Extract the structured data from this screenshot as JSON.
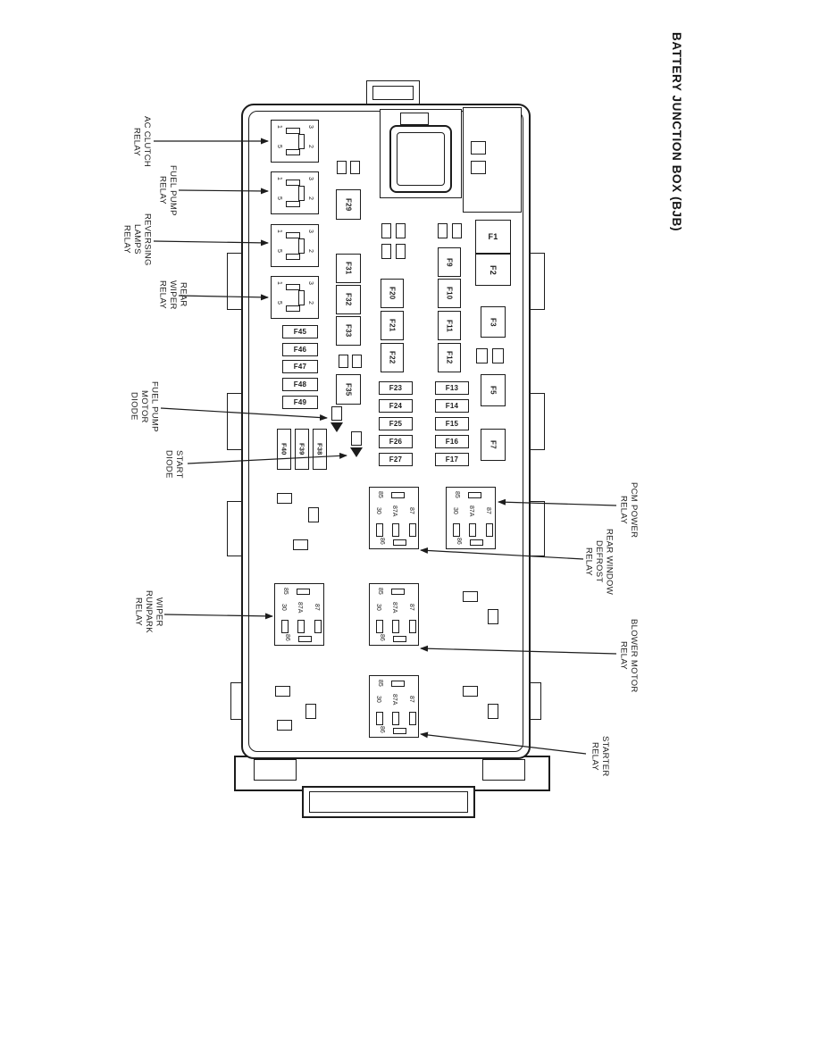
{
  "title": "BATTERY JUNCTION BOX (BJB)",
  "callouts": {
    "ac_clutch": "AC CLUTCH RELAY",
    "fuel_pump": "FUEL PUMP RELAY",
    "reversing_lamps": "REVERSING LAMPS RELAY",
    "rear_wiper": "REAR WIPER RELAY",
    "fuel_pump_motor_diode": "FUEL PUMP MOTOR DIODE",
    "start_diode": "START DIODE",
    "wiper_runpark": "WIPER RUNPARK RELAY",
    "pcm_power": "PCM POWER RELAY",
    "rear_window_defrost": "REAR WINDOW DEFROST RELAY",
    "blower_motor": "BLOWER MOTOR RELAY",
    "starter": "STARTER RELAY"
  },
  "fuses": {
    "f1": "F1",
    "f2": "F2",
    "f3": "F3",
    "f5": "F5",
    "f7": "F7",
    "f9": "F9",
    "f10": "F10",
    "f11": "F11",
    "f12": "F12",
    "f13": "F13",
    "f14": "F14",
    "f15": "F15",
    "f16": "F16",
    "f17": "F17",
    "f20": "F20",
    "f21": "F21",
    "f22": "F22",
    "f23": "F23",
    "f24": "F24",
    "f25": "F25",
    "f26": "F26",
    "f27": "F27",
    "f29": "F29",
    "f31": "F31",
    "f32": "F32",
    "f33": "F33",
    "f35": "F35",
    "f38": "F38",
    "f39": "F39",
    "f40": "F40",
    "f45": "F45",
    "f46": "F46",
    "f47": "F47",
    "f48": "F48",
    "f49": "F49"
  },
  "relay_pins": {
    "p85": "85",
    "p87a": "87A",
    "p87": "87",
    "p30": "30",
    "p86": "86"
  },
  "mini_relay_pins": {
    "p1": "1",
    "p2": "2",
    "p3": "3",
    "p5": "5"
  },
  "colors": {
    "ink": "#1c1c1c",
    "paper": "#ffffff"
  }
}
